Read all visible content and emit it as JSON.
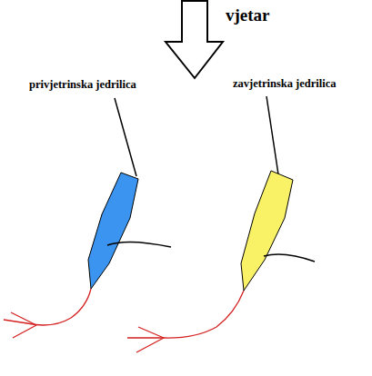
{
  "diagram": {
    "labels": [
      "vjetar",
      "privjetrinska jedrilica",
      "zavjetrinska jedrilica"
    ]
  }
}
